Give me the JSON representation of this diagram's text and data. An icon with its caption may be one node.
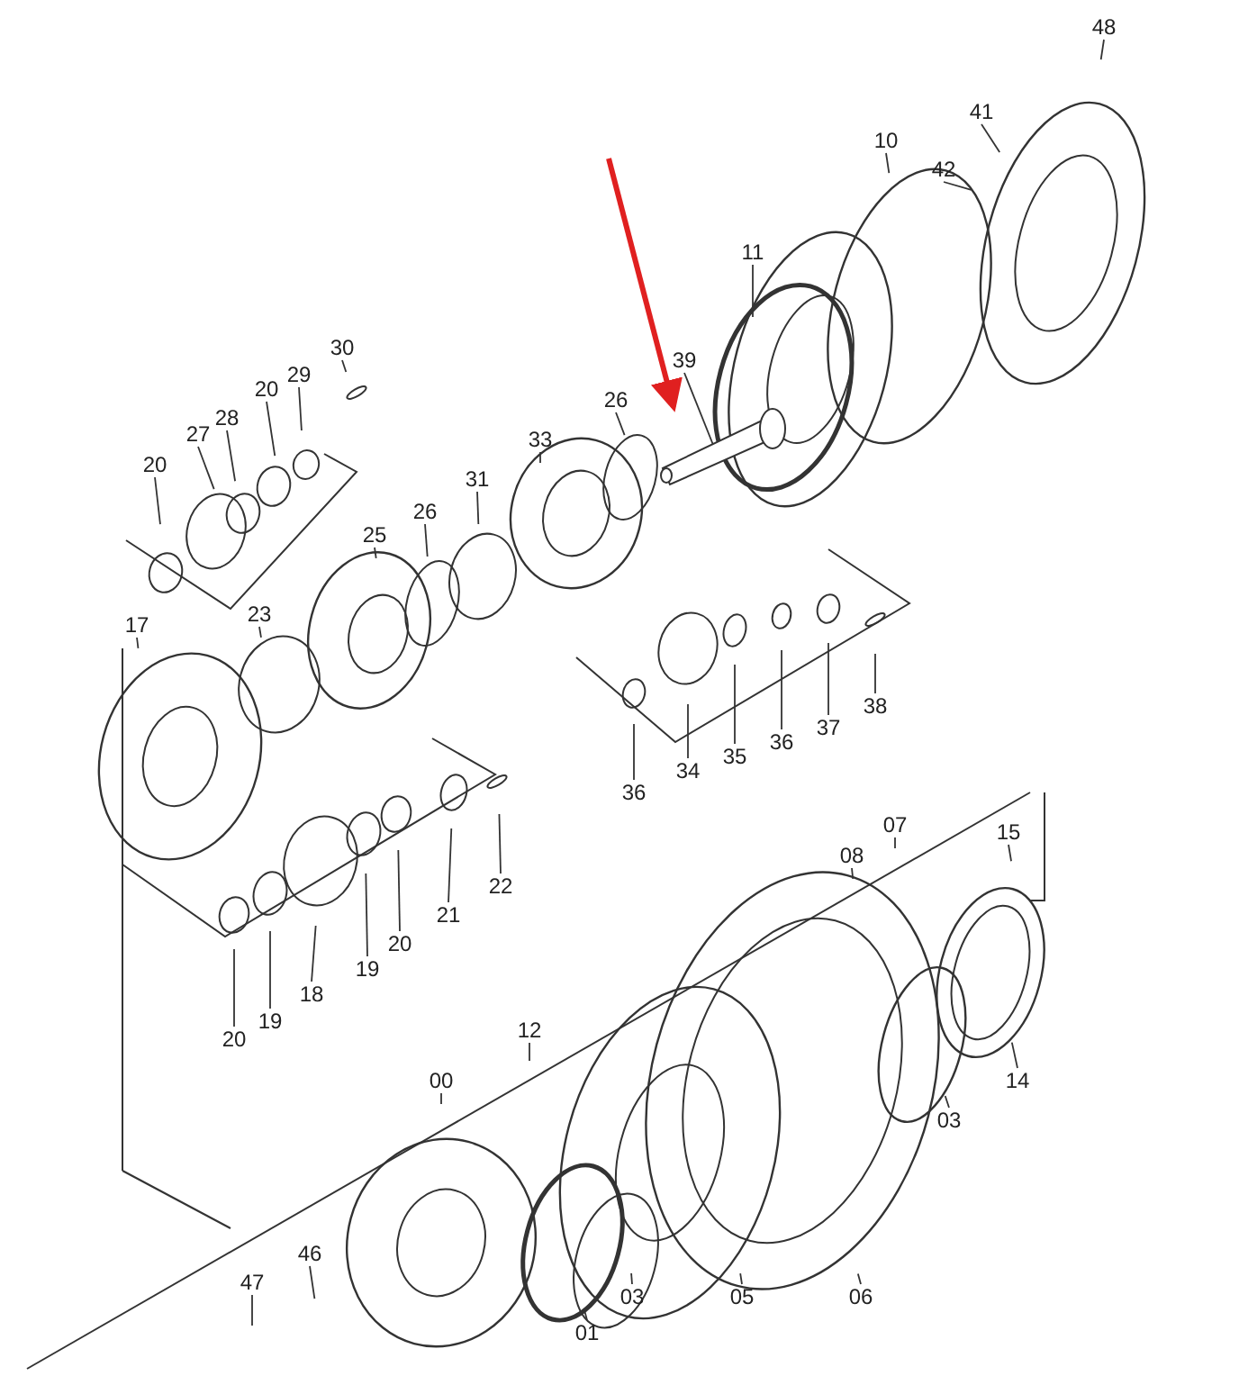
{
  "diagram": {
    "nodes": [
      {
        "text": [
          "48"
        ]
      },
      {
        "text": [
          "41"
        ]
      },
      {
        "text": [
          "10"
        ]
      },
      {
        "text": [
          "42"
        ]
      },
      {
        "text": [
          "11"
        ]
      },
      {
        "text": [
          "39"
        ]
      },
      {
        "text": [
          "26"
        ]
      },
      {
        "text": [
          "33"
        ]
      },
      {
        "text": [
          "30"
        ]
      },
      {
        "text": [
          "29"
        ]
      },
      {
        "text": [
          "20"
        ]
      },
      {
        "text": [
          "28"
        ]
      },
      {
        "text": [
          "27"
        ]
      },
      {
        "text": [
          "20"
        ]
      },
      {
        "text": [
          "31"
        ]
      },
      {
        "text": [
          "26"
        ]
      },
      {
        "text": [
          "25"
        ]
      },
      {
        "text": [
          "23"
        ]
      },
      {
        "text": [
          "17"
        ]
      },
      {
        "text": [
          "38"
        ]
      },
      {
        "text": [
          "37"
        ]
      },
      {
        "text": [
          "36"
        ]
      },
      {
        "text": [
          "35"
        ]
      },
      {
        "text": [
          "34"
        ]
      },
      {
        "text": [
          "36"
        ]
      },
      {
        "text": [
          "22"
        ]
      },
      {
        "text": [
          "21"
        ]
      },
      {
        "text": [
          "20"
        ]
      },
      {
        "text": [
          "19"
        ]
      },
      {
        "text": [
          "18"
        ]
      },
      {
        "text": [
          "19"
        ]
      },
      {
        "text": [
          "20"
        ]
      },
      {
        "text": [
          "08"
        ]
      },
      {
        "text": [
          "07"
        ]
      },
      {
        "text": [
          "15"
        ]
      },
      {
        "text": [
          "14"
        ]
      },
      {
        "text": [
          "03"
        ]
      },
      {
        "text": [
          "12"
        ]
      },
      {
        "text": [
          "00"
        ]
      },
      {
        "text": [
          "47"
        ]
      },
      {
        "text": [
          "46"
        ]
      },
      {
        "text": [
          "01"
        ]
      },
      {
        "text": [
          "03"
        ]
      },
      {
        "text": [
          "05"
        ]
      },
      {
        "text": [
          "06"
        ]
      },
      {
        "text": [],
        "shape": "picture"
      }
    ],
    "edges": [
      {
        "from": 0,
        "to": null,
        "arrow": "none"
      },
      {
        "from": 1,
        "to": null,
        "arrow": "none"
      },
      {
        "from": 2,
        "to": null,
        "arrow": "none"
      },
      {
        "from": 3,
        "to": null,
        "arrow": "none"
      },
      {
        "from": 4,
        "to": null,
        "arrow": "none"
      },
      {
        "from": 5,
        "to": 45,
        "arrow": "none"
      },
      {
        "from": 6,
        "to": null,
        "arrow": "none"
      },
      {
        "from": 7,
        "to": null,
        "arrow": "none"
      },
      {
        "from": 8,
        "to": null,
        "arrow": "none"
      },
      {
        "from": 9,
        "to": null,
        "arrow": "none"
      },
      {
        "from": 10,
        "to": null,
        "arrow": "none"
      },
      {
        "from": 11,
        "to": null,
        "arrow": "none"
      },
      {
        "from": 12,
        "to": null,
        "arrow": "none"
      },
      {
        "from": 13,
        "to": null,
        "arrow": "none"
      },
      {
        "from": 14,
        "to": null,
        "arrow": "none"
      },
      {
        "from": 15,
        "to": null,
        "arrow": "none"
      },
      {
        "from": 16,
        "to": null,
        "arrow": "none"
      },
      {
        "from": 17,
        "to": null,
        "arrow": "none"
      },
      {
        "from": 18,
        "to": null,
        "arrow": "none"
      },
      {
        "from": 19,
        "to": null,
        "arrow": "none"
      },
      {
        "from": 20,
        "to": null,
        "arrow": "none"
      },
      {
        "from": 21,
        "to": null,
        "arrow": "none"
      },
      {
        "from": 22,
        "to": null,
        "arrow": "none"
      },
      {
        "from": 23,
        "to": null,
        "arrow": "none"
      },
      {
        "from": 24,
        "to": null,
        "arrow": "none"
      },
      {
        "from": 25,
        "to": null,
        "arrow": "none"
      },
      {
        "from": 26,
        "to": null,
        "arrow": "none"
      },
      {
        "from": 27,
        "to": null,
        "arrow": "none"
      },
      {
        "from": 28,
        "to": null,
        "arrow": "none"
      },
      {
        "from": 29,
        "to": null,
        "arrow": "none"
      },
      {
        "from": 30,
        "to": null,
        "arrow": "none"
      },
      {
        "from": 31,
        "to": null,
        "arrow": "none"
      },
      {
        "from": 32,
        "to": null,
        "arrow": "none"
      },
      {
        "from": 33,
        "to": null,
        "arrow": "none"
      },
      {
        "from": 34,
        "to": null,
        "arrow": "none"
      },
      {
        "from": 35,
        "to": null,
        "arrow": "none"
      },
      {
        "from": 36,
        "to": null,
        "arrow": "none"
      },
      {
        "from": 37,
        "to": null,
        "arrow": "none"
      },
      {
        "from": 38,
        "to": null,
        "arrow": "none"
      },
      {
        "from": 39,
        "to": null,
        "arrow": "none"
      },
      {
        "from": 40,
        "to": null,
        "arrow": "none"
      },
      {
        "from": 41,
        "to": null,
        "arrow": "none"
      },
      {
        "from": 42,
        "to": null,
        "arrow": "none"
      },
      {
        "from": 43,
        "to": null,
        "arrow": "none"
      },
      {
        "from": 44,
        "to": null,
        "arrow": "none"
      },
      {
        "from": null,
        "to": 45,
        "arrow": "to",
        "style": "thick",
        "color": "#e02020"
      }
    ]
  }
}
